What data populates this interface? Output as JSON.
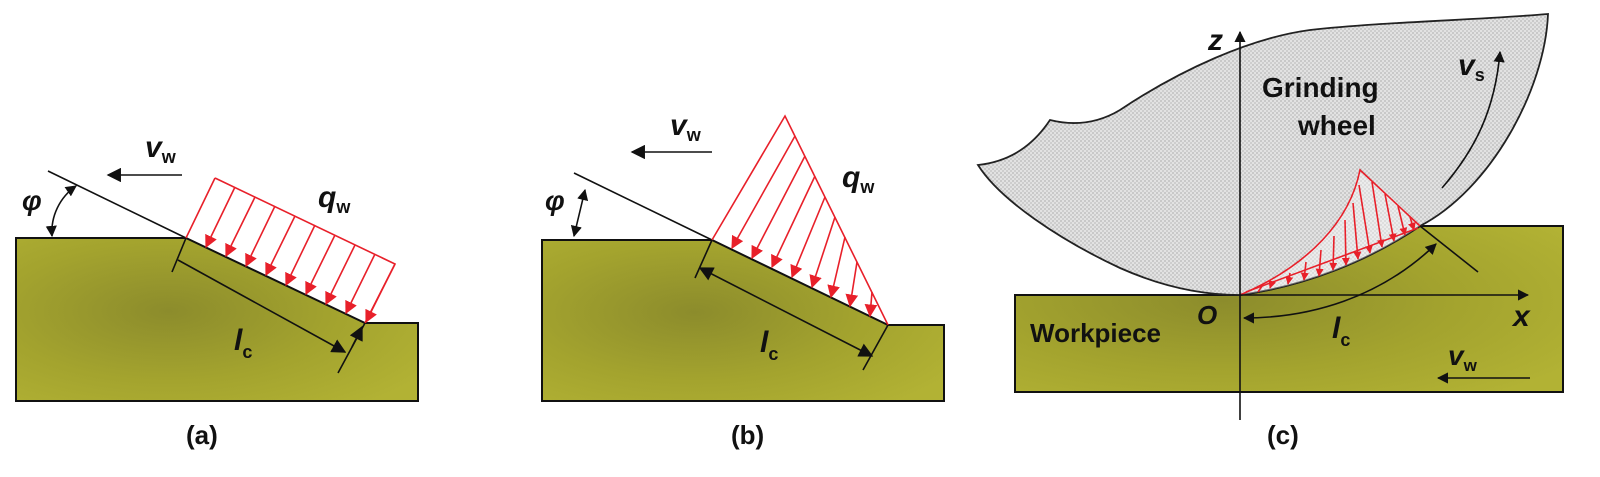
{
  "panel_a": {
    "angle_symbol": "φ",
    "velocity_symbol": "v",
    "velocity_subscript": "w",
    "heat_flux_symbol": "q",
    "heat_flux_subscript": "w",
    "contact_length_symbol": "l",
    "contact_length_subscript": "c",
    "caption": "(a)"
  },
  "panel_b": {
    "angle_symbol": "φ",
    "velocity_symbol": "v",
    "velocity_subscript": "w",
    "heat_flux_symbol": "q",
    "heat_flux_subscript": "w",
    "contact_length_symbol": "l",
    "contact_length_subscript": "c",
    "caption": "(b)"
  },
  "panel_c": {
    "z_axis_label": "z",
    "x_axis_label": "x",
    "origin_label": "O",
    "wheel_label_line1": "Grinding",
    "wheel_label_line2": "wheel",
    "wheel_velocity_symbol": "v",
    "wheel_velocity_subscript": "s",
    "workpiece_label": "Workpiece",
    "contact_length_symbol": "l",
    "contact_length_subscript": "c",
    "work_velocity_symbol": "v",
    "work_velocity_subscript": "w",
    "caption": "(c)"
  },
  "colors": {
    "workpiece": "#a3a32e",
    "heat_flux": "#e8202a",
    "wheel_fill": "#dcdcdc"
  }
}
